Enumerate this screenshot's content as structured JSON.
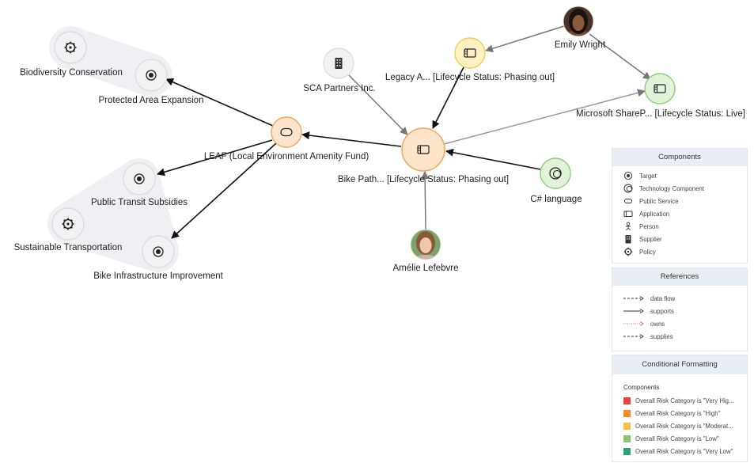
{
  "colors": {
    "orange_fill": "#fde5cc",
    "orange_stroke": "#f6a55a",
    "yellow_fill": "#fff2c2",
    "yellow_stroke": "#f5cb52",
    "green_fill": "#e3f3d9",
    "green_stroke": "#8ccd72",
    "grey_fill": "#f1f2f4",
    "grey_stroke": "#d9dbe0",
    "group_fill": "#eff0f3"
  },
  "nodes": {
    "biodiversity": "Biodiversity Conservation",
    "protected_area": "Protected Area Expansion",
    "leaf": "LEAF (Local Environment Amenity Fund)",
    "public_transit": "Public Transit Subsidies",
    "sustainable_transport": "Sustainable Transportation",
    "bike_infra": "Bike Infrastructure Improvement",
    "sca_partners": "SCA Partners Inc.",
    "legacy": "Legacy A... [Lifecycle Status: Phasing out]",
    "emily": "Emily Wright",
    "sharepoint": "Microsoft ShareP... [Lifecycle Status: Live]",
    "bike_path": "Bike Path... [Lifecycle Status: Phasing out]",
    "csharp": "C# language",
    "amelie": "Amélie Lefebvre"
  },
  "legend": {
    "components": {
      "title": "Components",
      "items": [
        {
          "icon": "target-icon",
          "label": "Target"
        },
        {
          "icon": "technology-component-icon",
          "label": "Technology Component"
        },
        {
          "icon": "public-service-icon",
          "label": "Public Service"
        },
        {
          "icon": "application-icon",
          "label": "Application"
        },
        {
          "icon": "person-icon",
          "label": "Person"
        },
        {
          "icon": "supplier-icon",
          "label": "Supplier"
        },
        {
          "icon": "policy-icon",
          "label": "Policy"
        }
      ]
    },
    "references": {
      "title": "References",
      "items": [
        {
          "style": "dashed",
          "label": "data flow"
        },
        {
          "style": "solid",
          "label": "supports"
        },
        {
          "style": "dotted-pink",
          "label": "owns"
        },
        {
          "style": "dashed",
          "label": "supplies"
        }
      ]
    },
    "conditional": {
      "title": "Conditional Formatting",
      "subtitle": "Components",
      "items": [
        {
          "color": "#e8443a",
          "label": "Overall Risk Category is \"Very Hig..."
        },
        {
          "color": "#f28c28",
          "label": "Overall Risk Category is \"High\""
        },
        {
          "color": "#f5c242",
          "label": "Overall Risk Category is \"Moderat..."
        },
        {
          "color": "#8dc26f",
          "label": "Overall Risk Category is \"Low\""
        },
        {
          "color": "#2e9e77",
          "label": "Overall Risk Category is \"Very Low\""
        }
      ]
    }
  }
}
